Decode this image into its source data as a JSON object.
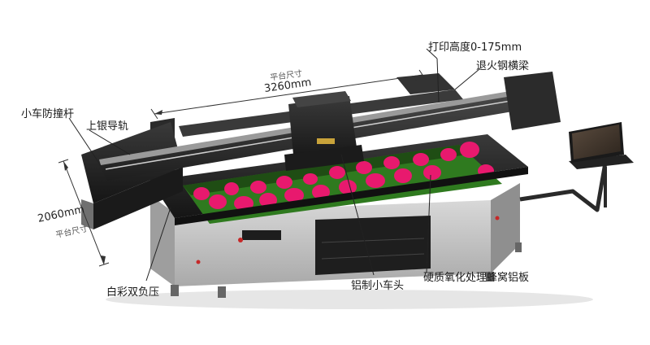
{
  "labels": {
    "print_height": "打印高度0-175mm",
    "annealed_beam": "退火钢横梁",
    "anti_collision": "小车防撞杆",
    "upper_rail": "上银导轨",
    "white_color_pressure": "白彩双负压",
    "aluminum_carriage": "铝制小车头",
    "honeycomb_plate": "硬质氧化处理蜂窝铝板"
  },
  "dimensions": {
    "width_caption": "平台尺寸",
    "width_value": "3260mm",
    "depth_caption": "平台尺寸",
    "depth_value": "2060mm"
  },
  "colors": {
    "body_dark": "#2b2b2b",
    "body_grey": "#bfbfbf",
    "tulip_pink": "#e8196e",
    "leaf_green": "#2f7a1f"
  }
}
